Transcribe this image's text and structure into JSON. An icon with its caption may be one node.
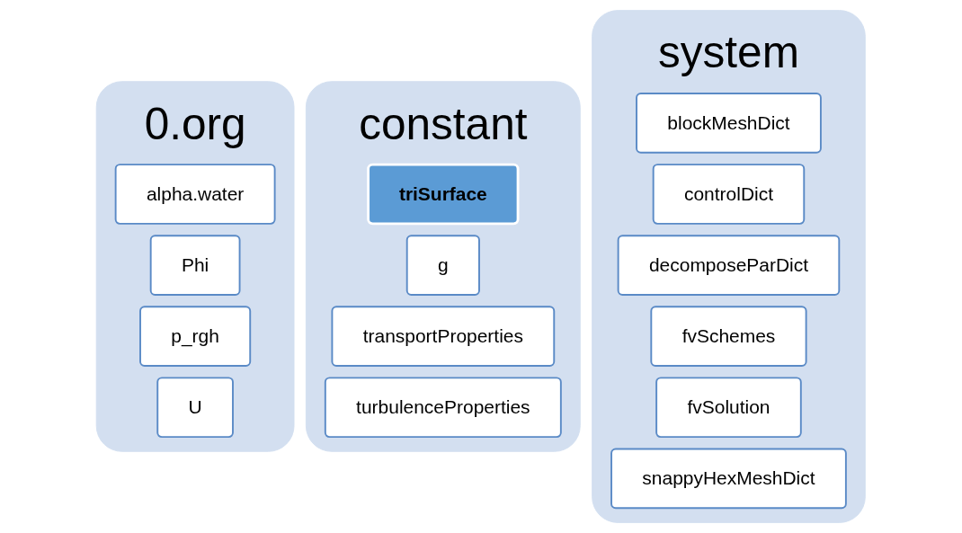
{
  "diagram": {
    "nodes": [
      {
        "text": [
          "0.org"
        ]
      },
      {
        "text": [
          "alpha.water"
        ],
        "in": 0
      },
      {
        "text": [
          "Phi"
        ],
        "in": 0
      },
      {
        "text": [
          "p_rgh"
        ],
        "in": 0
      },
      {
        "text": [
          "U"
        ],
        "in": 0
      },
      {
        "text": [
          "constant"
        ]
      },
      {
        "text": [
          "triSurface"
        ],
        "in": 5
      },
      {
        "text": [
          "g"
        ],
        "in": 5
      },
      {
        "text": [
          "transportProperties"
        ],
        "in": 5
      },
      {
        "text": [
          "turbulenceProperties"
        ],
        "in": 5
      },
      {
        "text": [
          "system"
        ]
      },
      {
        "text": [
          "blockMeshDict"
        ],
        "in": 10
      },
      {
        "text": [
          "controlDict"
        ],
        "in": 10
      },
      {
        "text": [
          "decomposeParDict"
        ],
        "in": 10
      },
      {
        "text": [
          "fvSchemes"
        ],
        "in": 10
      },
      {
        "text": [
          "fvSolution"
        ],
        "in": 10
      },
      {
        "text": [
          "snappyHexMeshDict"
        ],
        "in": 10
      }
    ],
    "edges": []
  }
}
